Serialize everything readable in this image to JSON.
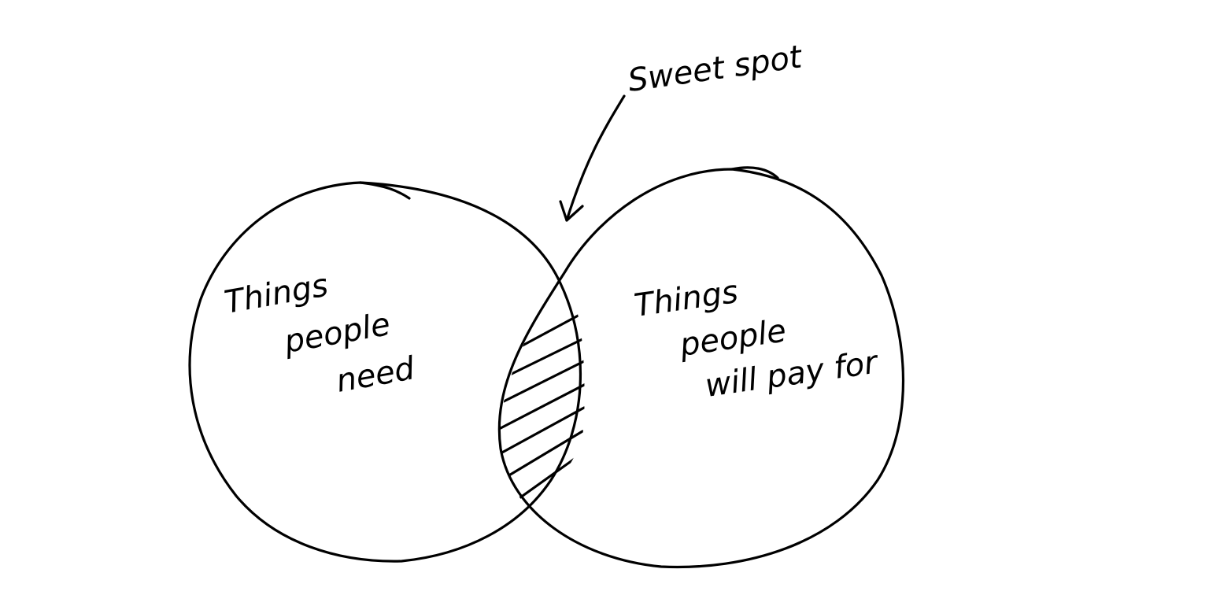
{
  "diagram": {
    "type": "venn",
    "annotation": {
      "text": "Sweet spot",
      "points_to": "intersection"
    },
    "sets": [
      {
        "id": "left",
        "lines": [
          "Things",
          "people",
          "need"
        ]
      },
      {
        "id": "right",
        "lines": [
          "Things",
          "people",
          "will pay for"
        ]
      }
    ],
    "intersection": {
      "fill": "hatched"
    },
    "colors": {
      "ink": "#000000",
      "background": "#ffffff"
    }
  }
}
